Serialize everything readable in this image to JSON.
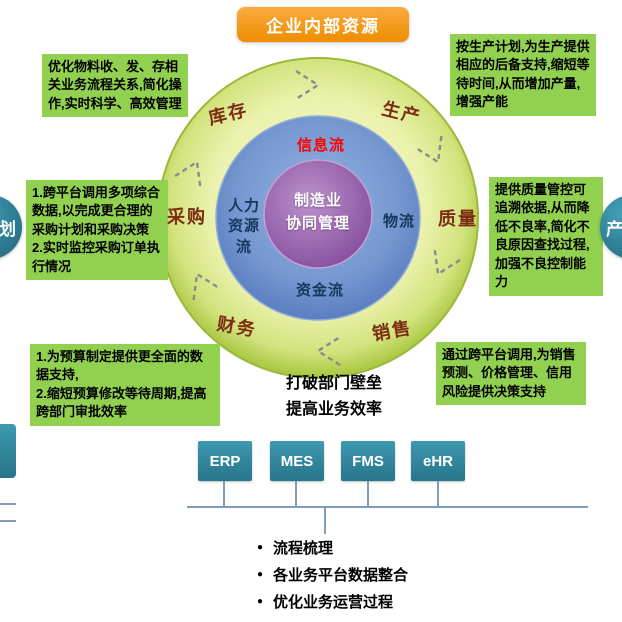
{
  "header": {
    "title": "企业内部资源"
  },
  "center_circle": {
    "label": "制造业\n协同管理"
  },
  "inner_ring": {
    "info_flow": "信息流",
    "hr_flow": "人力\n资源\n流",
    "logistics_flow": "物流",
    "capital_flow": "资金流"
  },
  "outer_ring": {
    "inventory": "库存",
    "production": "生产",
    "procurement": "采购",
    "quality": "质量",
    "finance": "财务",
    "sales": "销售"
  },
  "notes": {
    "materials": "优化物料收、发、存相关业务流程关系,简化操作,实时科学、高效管理",
    "production": "按生产计划,为生产提供相应的后备支持,缩短等待时间,从而增加产量,增强产能",
    "procurement": "1.跨平台调用多项综合数据,以完成更合理的采购计划和采购决策\n2.实时监控采购订单执行情况",
    "quality": "提供质量管控可追溯依据,从而降低不良率,简化不良原因查找过程,加强不良控制能力",
    "budget": "1.为预算制定提供更全面的数据支持,\n2.缩短预算修改等待周期,提高跨部门审批效率",
    "sales": "通过跨平台调用,为销售预测、价格管理、信用风险提供决策支持"
  },
  "edge_badges": {
    "left": "划",
    "right": "产"
  },
  "slogan": "打破部门壁垒\n提高业务效率",
  "systems": [
    "ERP",
    "MES",
    "FMS",
    "eHR"
  ],
  "bullet_glyph": "●",
  "bullets": [
    "流程梳理",
    "各业务平台数据整合",
    "优化业务运营过程"
  ],
  "colors": {
    "orange": "#F19306",
    "note_green": "#92D050",
    "ring_green": "#C3D855",
    "ring_blue": "#6C92D0",
    "center_purple": "#9B64AE",
    "teal": "#31859C",
    "info_flow_red": "#FF0000",
    "outer_label_brown": "#7B2D12",
    "inner_label_navy": "#17375E",
    "connector_line": "#7F9DB9"
  }
}
